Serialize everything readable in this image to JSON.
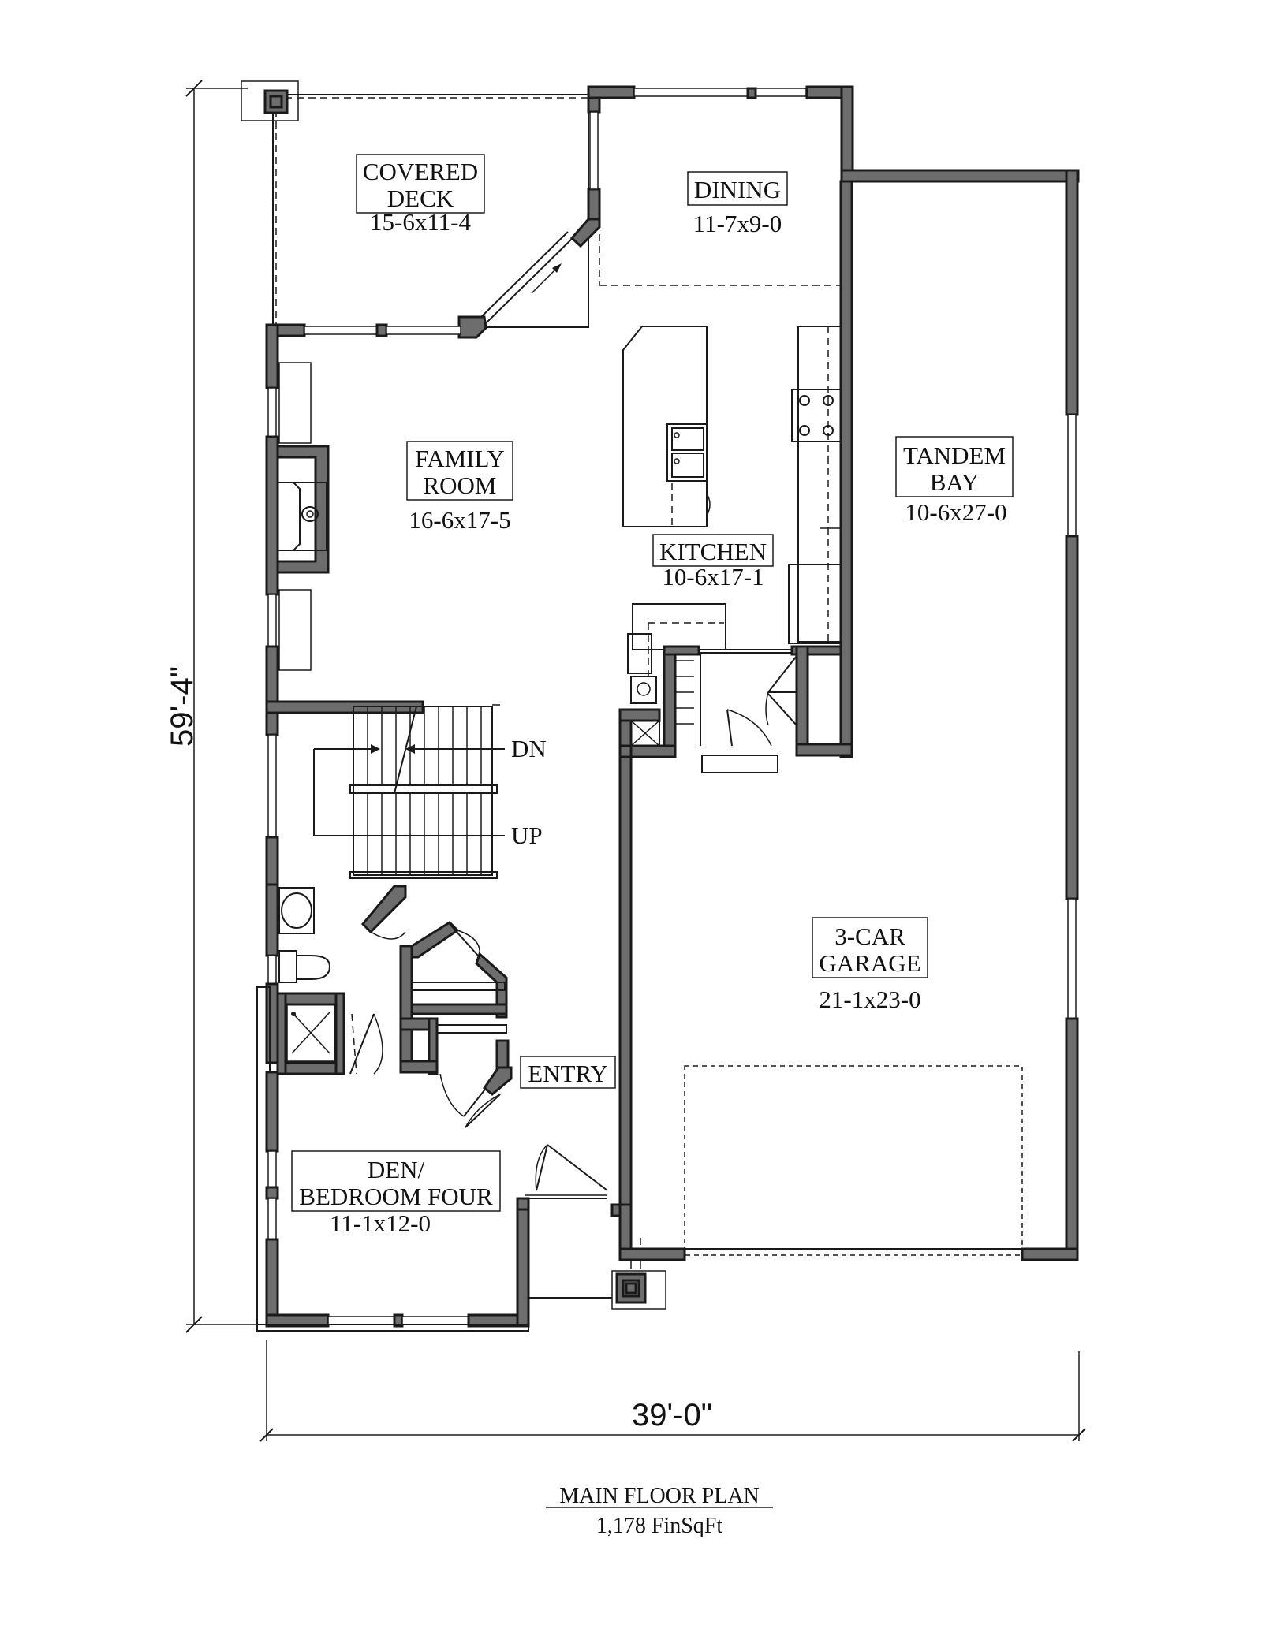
{
  "rooms": {
    "covered_deck": {
      "line1": "COVERED",
      "line2": "DECK",
      "size": "15-6x11-4"
    },
    "dining": {
      "line1": "DINING",
      "size": "11-7x9-0"
    },
    "family_room": {
      "line1": "FAMILY",
      "line2": "ROOM",
      "size": "16-6x17-5"
    },
    "kitchen": {
      "line1": "KITCHEN",
      "size": "10-6x17-1"
    },
    "tandem_bay": {
      "line1": "TANDEM",
      "line2": "BAY",
      "size": "10-6x27-0"
    },
    "garage": {
      "line1": "3-CAR",
      "line2": "GARAGE",
      "size": "21-1x23-0"
    },
    "entry": {
      "line1": "ENTRY"
    },
    "den": {
      "line1": "DEN/",
      "line2": "BEDROOM FOUR",
      "size": "11-1x12-0"
    }
  },
  "stairs": {
    "down": "DN",
    "up": "UP"
  },
  "dimensions": {
    "depth": "59'-4\"",
    "width": "39'-0\""
  },
  "title": {
    "name": "MAIN FLOOR PLAN",
    "area": "1,178 FinSqFt"
  },
  "colors": {
    "wall_fill": "#6d6d6d",
    "line": "#1a1a1a",
    "background": "#ffffff"
  }
}
